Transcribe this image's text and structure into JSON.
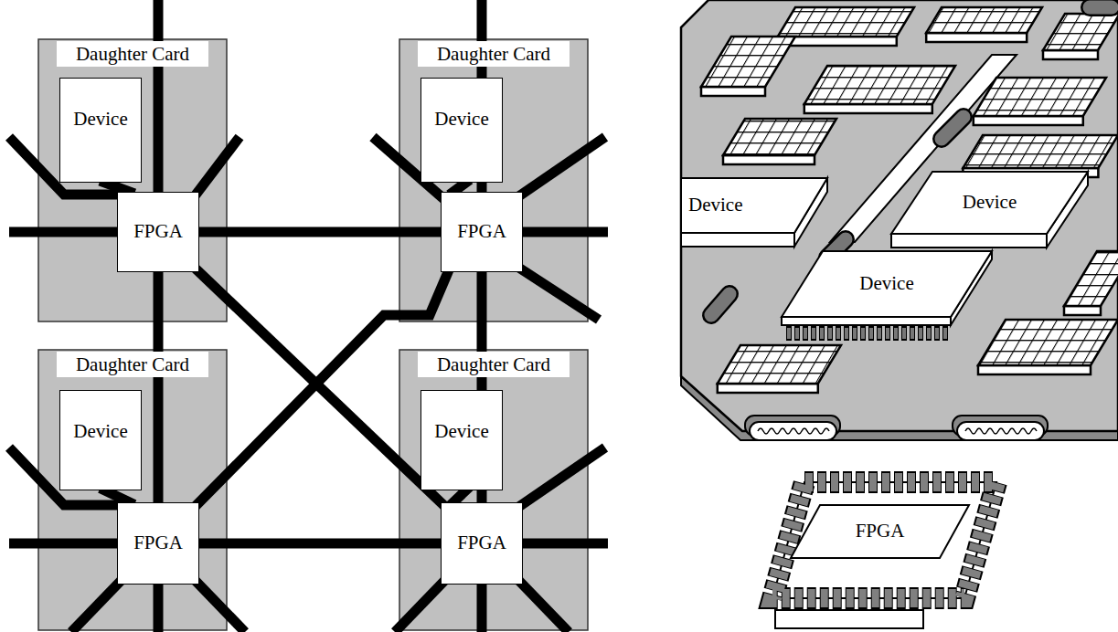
{
  "diagram": {
    "nodes": [
      {
        "text": [
          "Daughter Card"
        ]
      },
      {
        "text": [
          "Device"
        ],
        "in": 0
      },
      {
        "text": [
          "FPGA"
        ],
        "in": 0
      },
      {
        "text": [
          "Daughter Card"
        ]
      },
      {
        "text": [
          "Device"
        ],
        "in": 3
      },
      {
        "text": [
          "FPGA"
        ],
        "in": 3
      },
      {
        "text": [
          "Daughter Card"
        ]
      },
      {
        "text": [
          "Device"
        ],
        "in": 6
      },
      {
        "text": [
          "FPGA"
        ],
        "in": 6
      },
      {
        "text": [
          "Daughter Card"
        ]
      },
      {
        "text": [
          "Device"
        ],
        "in": 9
      },
      {
        "text": [
          "FPGA"
        ],
        "in": 9
      },
      {
        "text": [
          "Device"
        ]
      },
      {
        "text": [
          "Device"
        ]
      },
      {
        "text": [
          "Device"
        ]
      },
      {
        "text": [
          "FPGA"
        ]
      }
    ],
    "edges": [
      {
        "from": 2,
        "to": 5,
        "arrow": "none"
      },
      {
        "from": 8,
        "to": 11,
        "arrow": "none"
      },
      {
        "from": 2,
        "to": 8,
        "arrow": "none"
      },
      {
        "from": 5,
        "to": 11,
        "arrow": "none"
      },
      {
        "from": 2,
        "to": 11,
        "arrow": "none"
      },
      {
        "from": 5,
        "to": 8,
        "arrow": "none"
      },
      {
        "from": 1,
        "to": 2,
        "arrow": "none"
      },
      {
        "from": 4,
        "to": 5,
        "arrow": "none"
      },
      {
        "from": 7,
        "to": 8,
        "arrow": "none"
      },
      {
        "from": 10,
        "to": 11,
        "arrow": "none"
      }
    ]
  }
}
